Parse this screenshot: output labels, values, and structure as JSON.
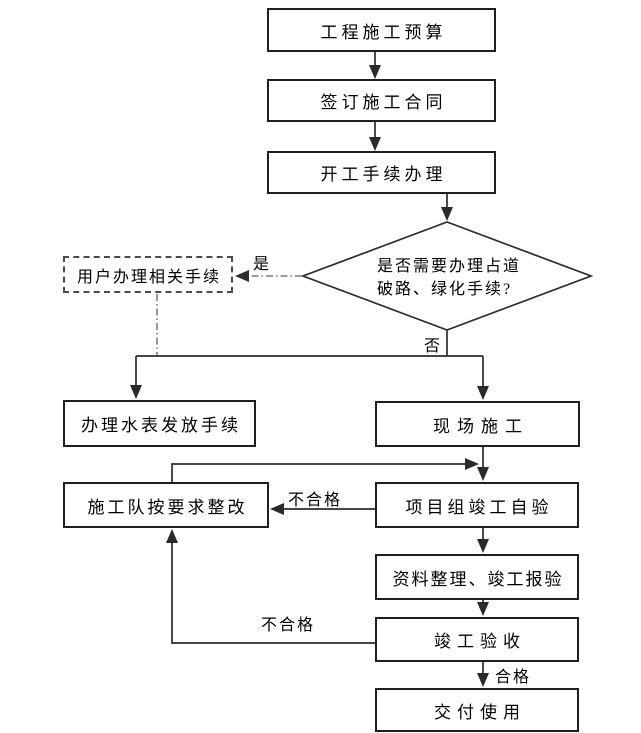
{
  "nodes": {
    "budget": "工程施工预算",
    "contract": "签订施工合同",
    "start_procedures": "开工手续办理",
    "decision_line1": "是否需要办理占道",
    "decision_line2": "破路、绿化手续?",
    "user_procedures": "用户办理相关手续",
    "water_meter": "办理水表发放手续",
    "site_construction": "现场施工",
    "rectification": "施工队按要求整改",
    "self_inspection": "项目组竣工自验",
    "documentation": "资料整理、竣工报验",
    "acceptance": "竣工验收",
    "delivery": "交付使用"
  },
  "edge_labels": {
    "yes": "是",
    "no": "否",
    "fail_self_inspection": "不合格",
    "fail_acceptance": "不合格",
    "pass": "合格"
  },
  "colors": {
    "line": "#2b2b2b",
    "dash_line": "#7d7d7d",
    "box_border": "#1f1f1f",
    "background": "#ffffff",
    "text": "#000000"
  }
}
